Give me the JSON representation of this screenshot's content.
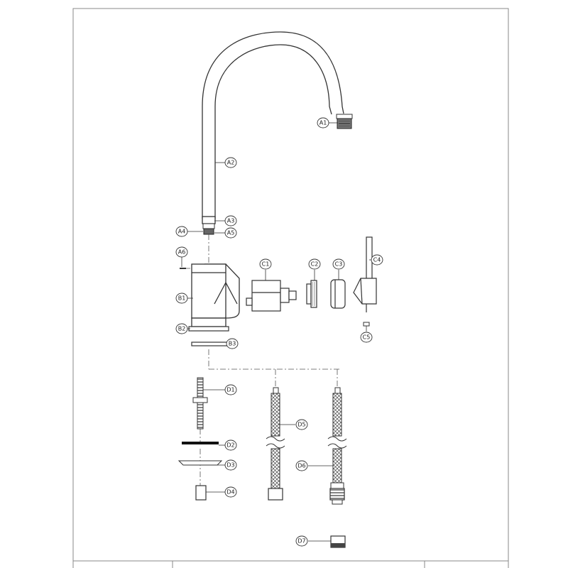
{
  "drawing": {
    "callouts": {
      "A1": "A1",
      "A2": "A2",
      "A3": "A3",
      "A4": "A4",
      "A5": "A5",
      "A6": "A6",
      "B1": "B1",
      "B2": "B2",
      "B3": "B3",
      "C1": "C1",
      "C2": "C2",
      "C3": "C3",
      "C4": "C4",
      "C5": "C5",
      "D1": "D1",
      "D2": "D2",
      "D3": "D3",
      "D4": "D4",
      "D5": "D5",
      "D6": "D6",
      "D7": "D7"
    }
  }
}
